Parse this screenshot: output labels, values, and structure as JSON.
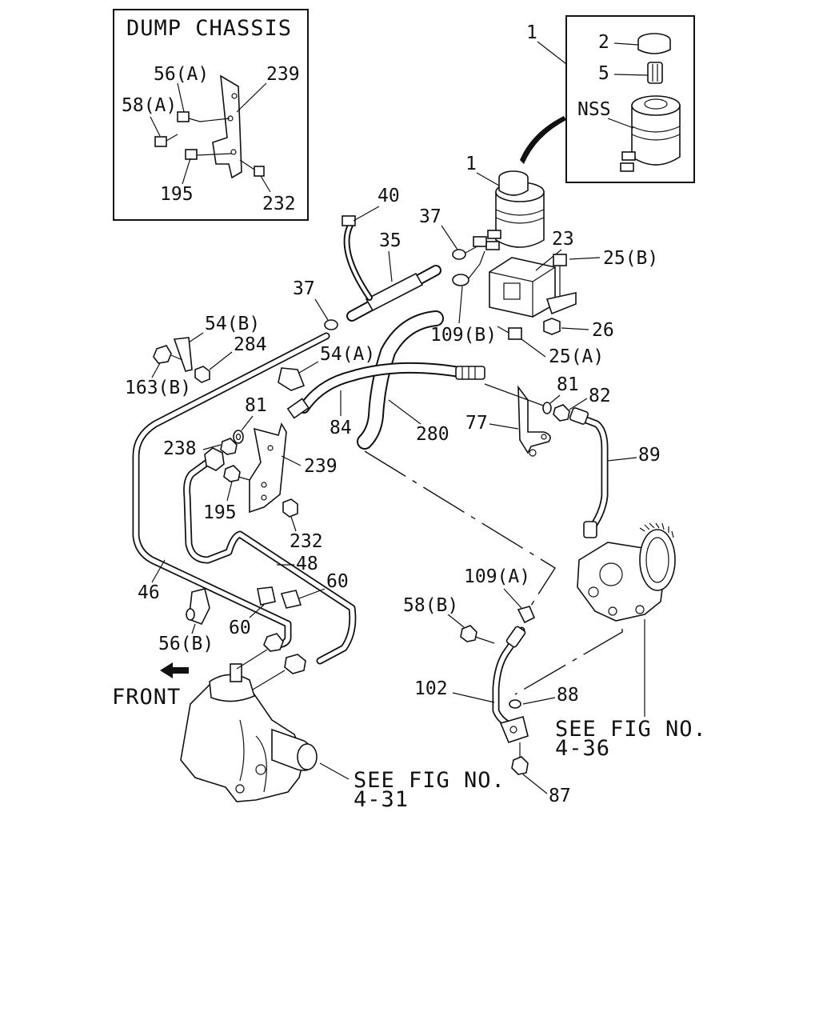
{
  "inset_dump_chassis": {
    "title": "DUMP CHASSIS",
    "labels": [
      "56(A)",
      "239",
      "58(A)",
      "195",
      "232"
    ]
  },
  "inset_reservoir": {
    "labels": [
      "1",
      "2",
      "5",
      "NSS"
    ]
  },
  "callouts": {
    "c1": "1",
    "c40": "40",
    "c37a": "37",
    "c35": "35",
    "c23": "23",
    "c25b": "25(B)",
    "c37b": "37",
    "c54b": "54(B)",
    "c109b": "109(B)",
    "c26": "26",
    "c284": "284",
    "c54a": "54(A)",
    "c25a": "25(A)",
    "c163b": "163(B)",
    "c81a": "81",
    "c81b": "81",
    "c82": "82",
    "c77": "77",
    "c84": "84",
    "c280": "280",
    "c238": "238",
    "c239": "239",
    "c89": "89",
    "c195": "195",
    "c232": "232",
    "c48": "48",
    "c60a": "60",
    "c109a": "109(A)",
    "c46": "46",
    "c60b": "60",
    "c58b": "58(B)",
    "c56b": "56(B)",
    "c102": "102",
    "c88": "88",
    "c87": "87",
    "front": "FRONT"
  },
  "references": {
    "fig_436_line1": "SEE FIG NO.",
    "fig_436_line2": "4-36",
    "fig_431_line1": "SEE FIG NO.",
    "fig_431_line2": "4-31"
  }
}
